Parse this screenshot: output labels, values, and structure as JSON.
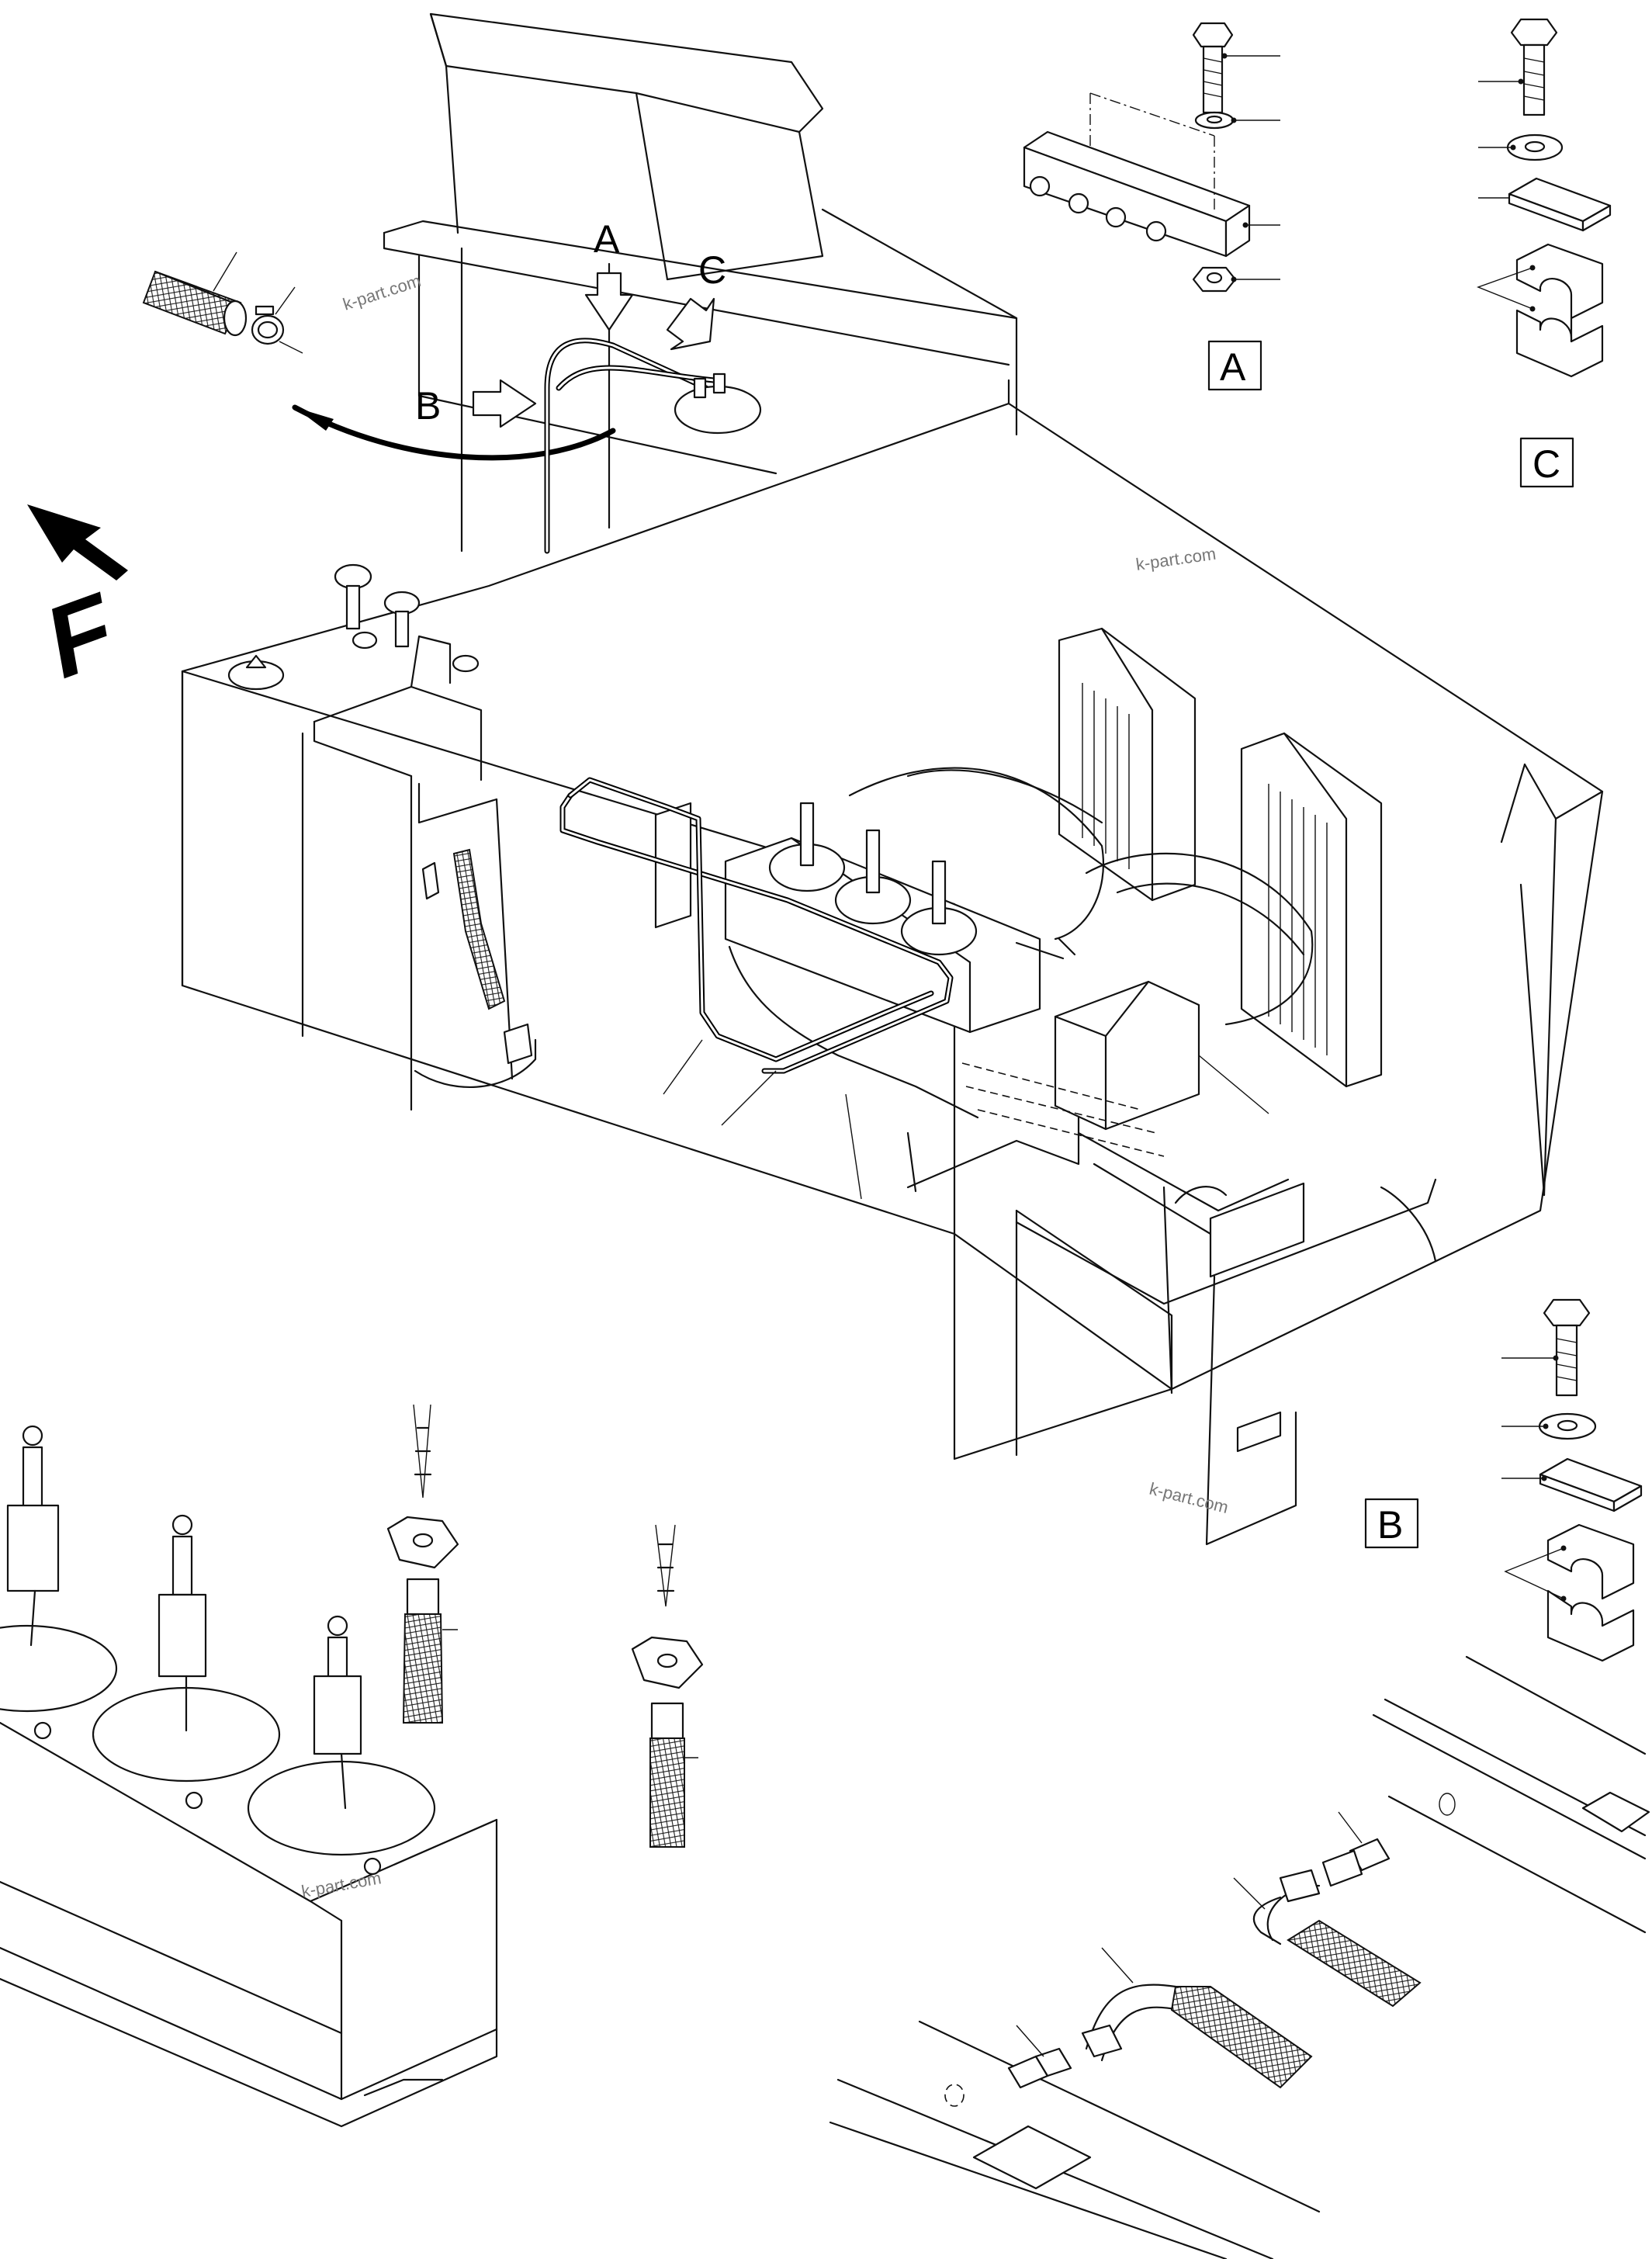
{
  "callouts": {
    "a": "A",
    "b": "B",
    "c": "C"
  },
  "detail_boxes": {
    "a": "A",
    "b": "B",
    "c": "C"
  },
  "direction_mark": "F",
  "watermarks": [
    "k-part.com",
    "k-part.com",
    "k-part.com",
    "k-part.com"
  ],
  "icons": [
    "direction-arrow-icon",
    "view-arrow-icon",
    "bolt-icon",
    "washer-icon",
    "nut-icon",
    "hose-clamp-icon",
    "pipe-clamp-icon",
    "grease-fitting-icon"
  ]
}
